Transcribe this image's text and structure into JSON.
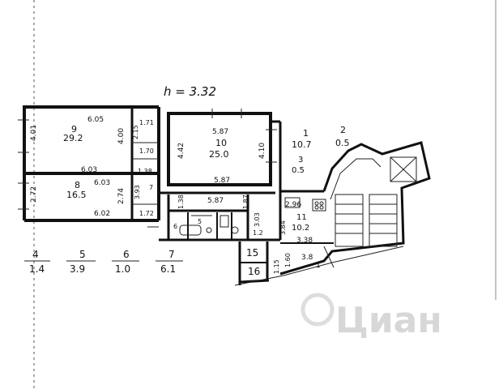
{
  "ceiling_height": "h = 3.32",
  "rooms": [
    {
      "id": "9",
      "area": "29.2",
      "dims": [
        "6.05",
        "4.01",
        "4.00"
      ]
    },
    {
      "id": "8",
      "area": "16.5",
      "dims": [
        "6.03",
        "6.03",
        "2.72",
        "2.74",
        "6.02"
      ]
    },
    {
      "id": "10",
      "area": "25.0",
      "dims": [
        "5.87",
        "5.87",
        "4.42",
        "4.10"
      ]
    },
    {
      "id": "1",
      "area": "10.7"
    },
    {
      "id": "2",
      "area": "0.5"
    },
    {
      "id": "3",
      "area": "0.5"
    },
    {
      "id": "11",
      "area": "10.2",
      "dims": [
        "2.96",
        "3.38"
      ]
    },
    {
      "id": "15"
    },
    {
      "id": "16"
    }
  ],
  "small_dims": [
    "1.71",
    "2.15",
    "1.70",
    "1.38",
    "3.93",
    "1.72",
    "7",
    "5.87",
    "1.38",
    "6",
    "5",
    "1.87",
    "3.03",
    "1.2",
    "3.84",
    "3.8",
    "1",
    "1.15",
    "1.60"
  ],
  "bottom_rooms": [
    {
      "id": "4",
      "area": "1.4"
    },
    {
      "id": "5",
      "area": "3.9"
    },
    {
      "id": "6",
      "area": "1.0"
    },
    {
      "id": "7",
      "area": "6.1"
    }
  ],
  "watermark": "Циан"
}
